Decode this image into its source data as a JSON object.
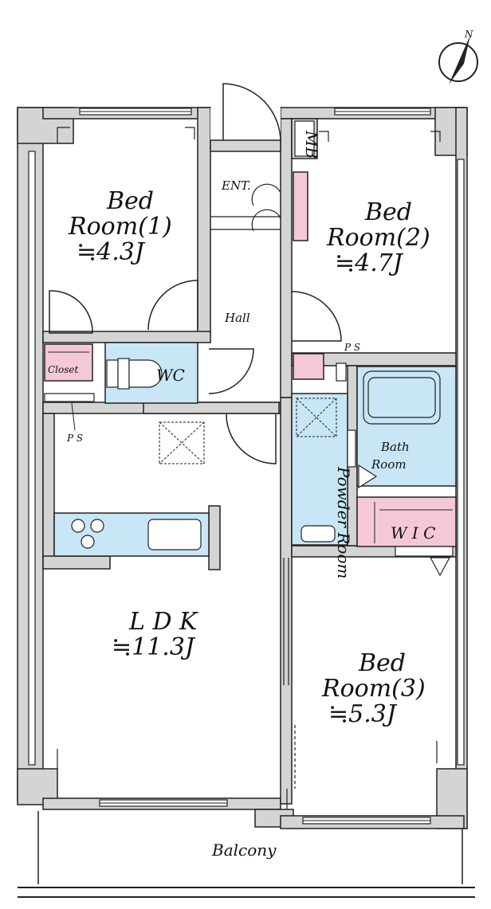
{
  "compass": {
    "label": "N"
  },
  "rooms": {
    "bed1": {
      "name": "Bed",
      "name2": "Room(1)",
      "size": "≒4.3J"
    },
    "bed2": {
      "name": "Bed",
      "name2": "Room(2)",
      "size": "≒4.7J"
    },
    "bed3": {
      "name": "Bed",
      "name2": "Room(3)",
      "size": "≒5.3J"
    },
    "ldk": {
      "name": "L D K",
      "size": "≒11.3J"
    },
    "hall": "Hall",
    "ent": "ENT.",
    "mb": "MB",
    "closet": "Closet",
    "wc": "WC",
    "ps1": "P S",
    "ps2": "P S",
    "bath": {
      "name": "Bath",
      "name2": "Room"
    },
    "powder": "Powder Room",
    "wic": "W I C",
    "balcony": "Balcony"
  },
  "colors": {
    "wall": "#d4d4d4",
    "storage": "#f4c8d8",
    "wet_area": "#c8e6f5"
  }
}
